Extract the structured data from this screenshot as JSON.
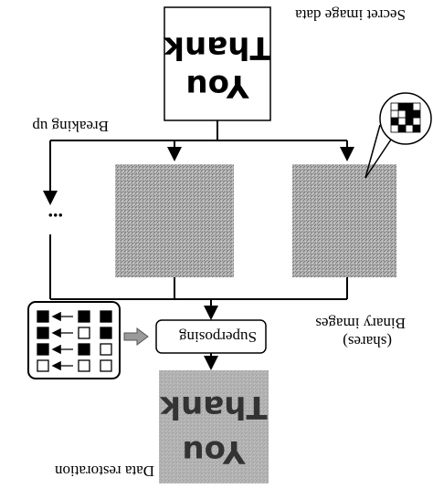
{
  "labels": {
    "secret_image_data": "Secret image data",
    "breaking_up": "Breaking up",
    "binary_images": "Binary images",
    "shares": "(shares)",
    "superposing": "Superposing",
    "data_restoration": "Data restoration",
    "ellipsis": "..."
  },
  "image_text": {
    "line1": "Thank",
    "line2": "You"
  },
  "colors": {
    "share_gray": "#a9a9a9",
    "restored_gray": "#b3b3b3",
    "arrow_gray": "#9a9a9a",
    "ink": "#000000"
  },
  "superposition_table": [
    [
      "white",
      "white",
      "white"
    ],
    [
      "white",
      "black",
      "black"
    ],
    [
      "black",
      "white",
      "black"
    ],
    [
      "black",
      "black",
      "black"
    ]
  ],
  "pixel_zoom_pattern": [
    [
      1,
      0,
      1,
      0
    ],
    [
      0,
      1,
      0,
      1
    ],
    [
      1,
      1,
      0,
      0
    ],
    [
      0,
      1,
      1,
      0
    ]
  ]
}
